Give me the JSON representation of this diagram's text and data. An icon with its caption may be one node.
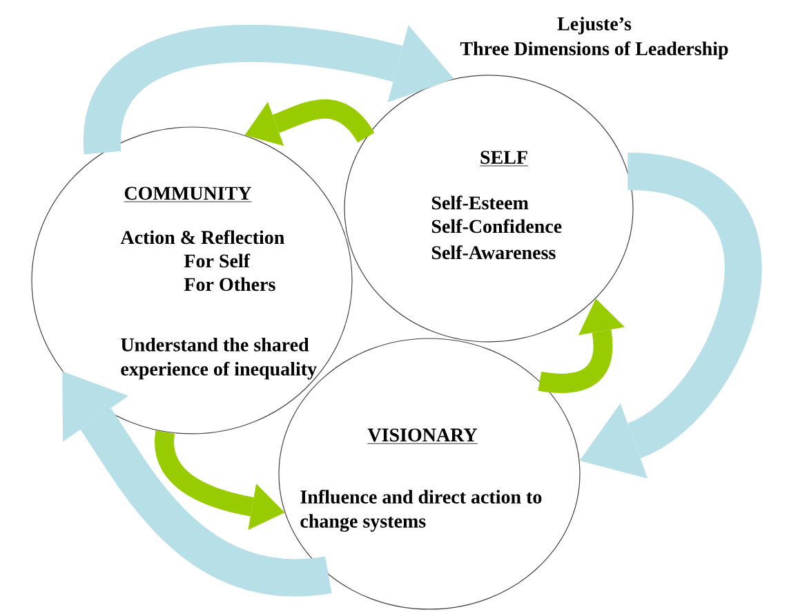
{
  "diagram": {
    "title": "Lejuste’s Three Dimensions of Leadership",
    "nodes": [
      {
        "text": [
          "COMMUNITY",
          "Action & Reflection",
          "For Self",
          "For Others",
          "Understand the shared experience of inequality"
        ]
      },
      {
        "text": [
          "SELF",
          "Self-Esteem",
          "Self-Confidence",
          "Self-Awareness"
        ]
      },
      {
        "text": [
          "VISIONARY",
          "Influence and direct action to change systems"
        ]
      }
    ],
    "edges": [
      {
        "from": 0,
        "to": 1,
        "arrow": "to",
        "style": "thick",
        "color": "#b7dfe8"
      },
      {
        "from": 1,
        "to": 2,
        "arrow": "to",
        "style": "thick",
        "color": "#b7dfe8"
      },
      {
        "from": 2,
        "to": 0,
        "arrow": "to",
        "style": "thick",
        "color": "#b7dfe8"
      },
      {
        "from": 1,
        "to": 0,
        "arrow": "to",
        "color": "#99cc00"
      },
      {
        "from": 0,
        "to": 2,
        "arrow": "to",
        "color": "#99cc00"
      },
      {
        "from": 2,
        "to": 1,
        "arrow": "to",
        "color": "#99cc00"
      }
    ]
  }
}
